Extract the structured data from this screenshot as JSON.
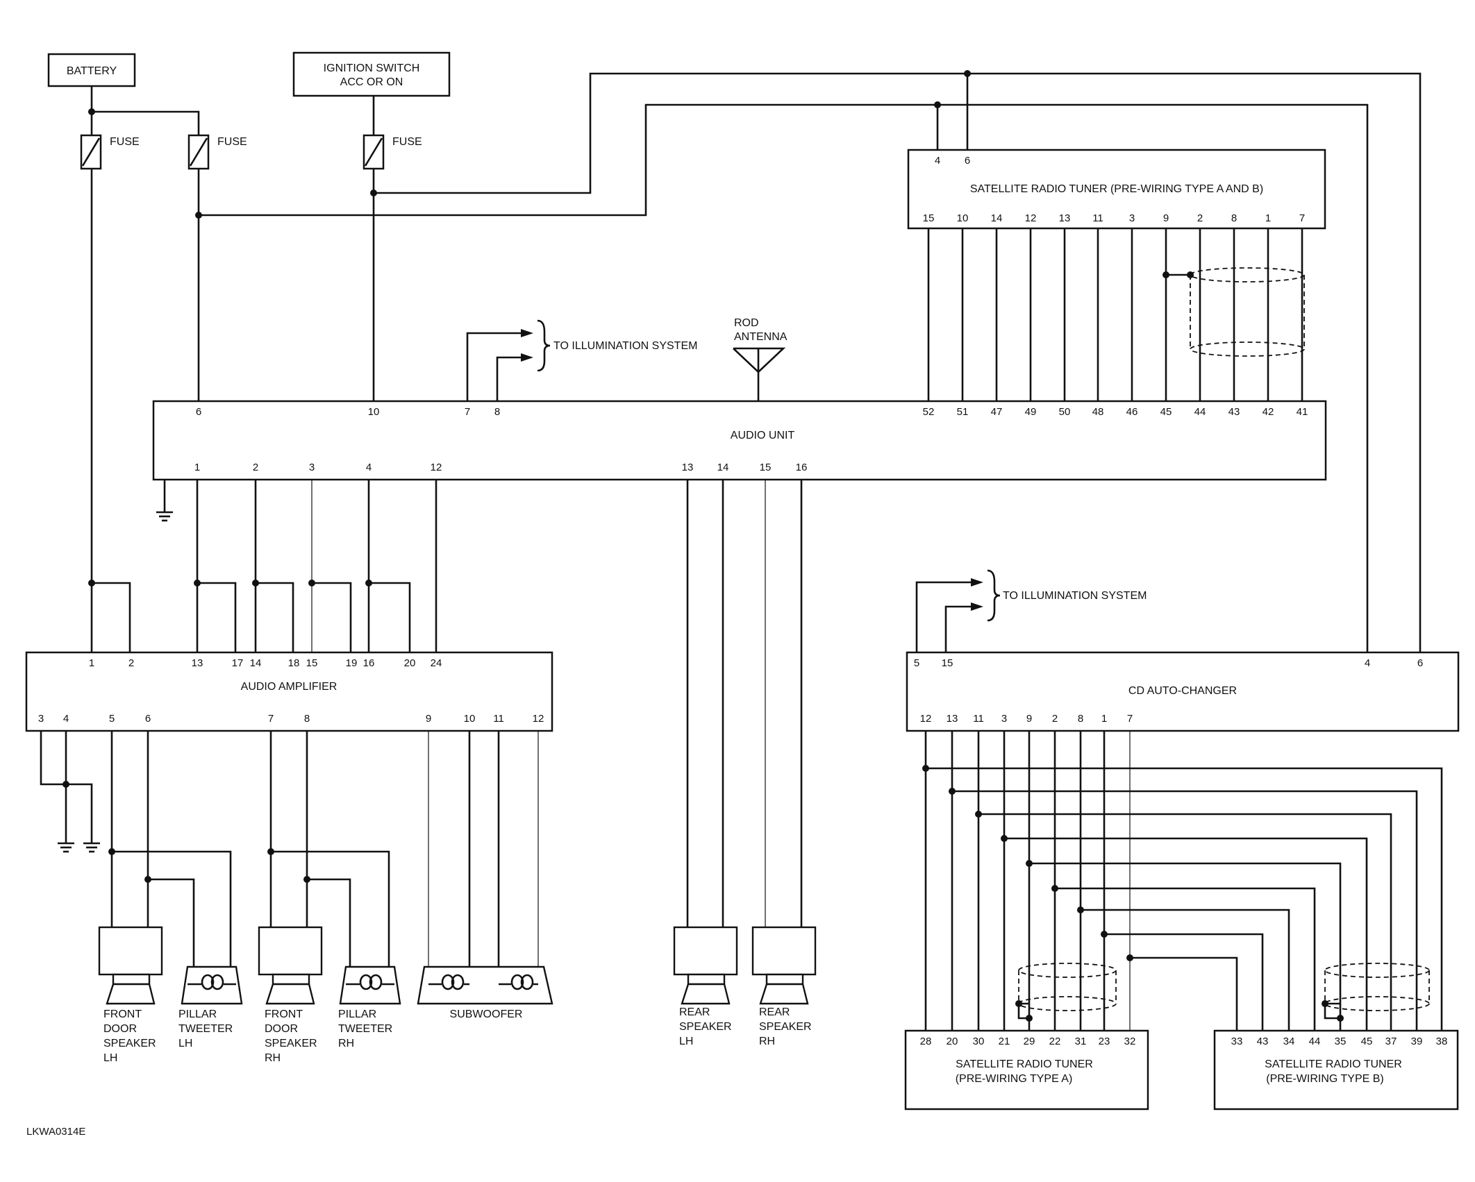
{
  "labels": {
    "battery": "BATTERY",
    "ignition_l1": "IGNITION SWITCH",
    "ignition_l2": "ACC OR ON",
    "fuse": "FUSE",
    "sat_tuner_top": "SATELLITE RADIO TUNER (PRE-WIRING TYPE A AND B)",
    "to_illumination": "TO ILLUMINATION SYSTEM",
    "rod": "ROD",
    "antenna": "ANTENNA",
    "audio_unit": "AUDIO UNIT",
    "audio_amplifier": "AUDIO AMPLIFIER",
    "cd_auto_changer": "CD AUTO-CHANGER",
    "front": "FRONT",
    "door": "DOOR",
    "speaker": "SPEAKER",
    "lh": "LH",
    "rh": "RH",
    "pillar": "PILLAR",
    "tweeter": "TWEETER",
    "subwoofer": "SUBWOOFER",
    "rear": "REAR",
    "sat_tuner": "SATELLITE RADIO TUNER",
    "prewiring_a": "(PRE-WIRING TYPE A)",
    "prewiring_b": "(PRE-WIRING TYPE B)",
    "figure_code": "LKWA0314E"
  },
  "pins": {
    "sat_top_upper": [
      "4",
      "6"
    ],
    "sat_top_lower": [
      "15",
      "10",
      "14",
      "12",
      "13",
      "11",
      "3",
      "9",
      "2",
      "8",
      "1",
      "7"
    ],
    "au_top_left": [
      "6",
      "10",
      "7",
      "8"
    ],
    "au_top_right": [
      "52",
      "51",
      "47",
      "49",
      "50",
      "48",
      "46",
      "45",
      "44",
      "43",
      "42",
      "41"
    ],
    "au_bottom": [
      "1",
      "2",
      "3",
      "4",
      "12",
      "13",
      "14",
      "15",
      "16"
    ],
    "amp_top": [
      "1",
      "2",
      "13",
      "17",
      "14",
      "18",
      "15",
      "19",
      "16",
      "20",
      "24"
    ],
    "amp_bottom": [
      "3",
      "4",
      "5",
      "6",
      "7",
      "8",
      "9",
      "10",
      "11",
      "12"
    ],
    "cd_top": [
      "5",
      "15",
      "4",
      "6"
    ],
    "cd_bottom": [
      "12",
      "13",
      "11",
      "3",
      "9",
      "2",
      "8",
      "1",
      "7"
    ],
    "sat_a": [
      "28",
      "20",
      "30",
      "21",
      "29",
      "22",
      "31",
      "23",
      "32"
    ],
    "sat_b": [
      "33",
      "43",
      "34",
      "44",
      "35",
      "45",
      "37",
      "39",
      "38"
    ]
  }
}
